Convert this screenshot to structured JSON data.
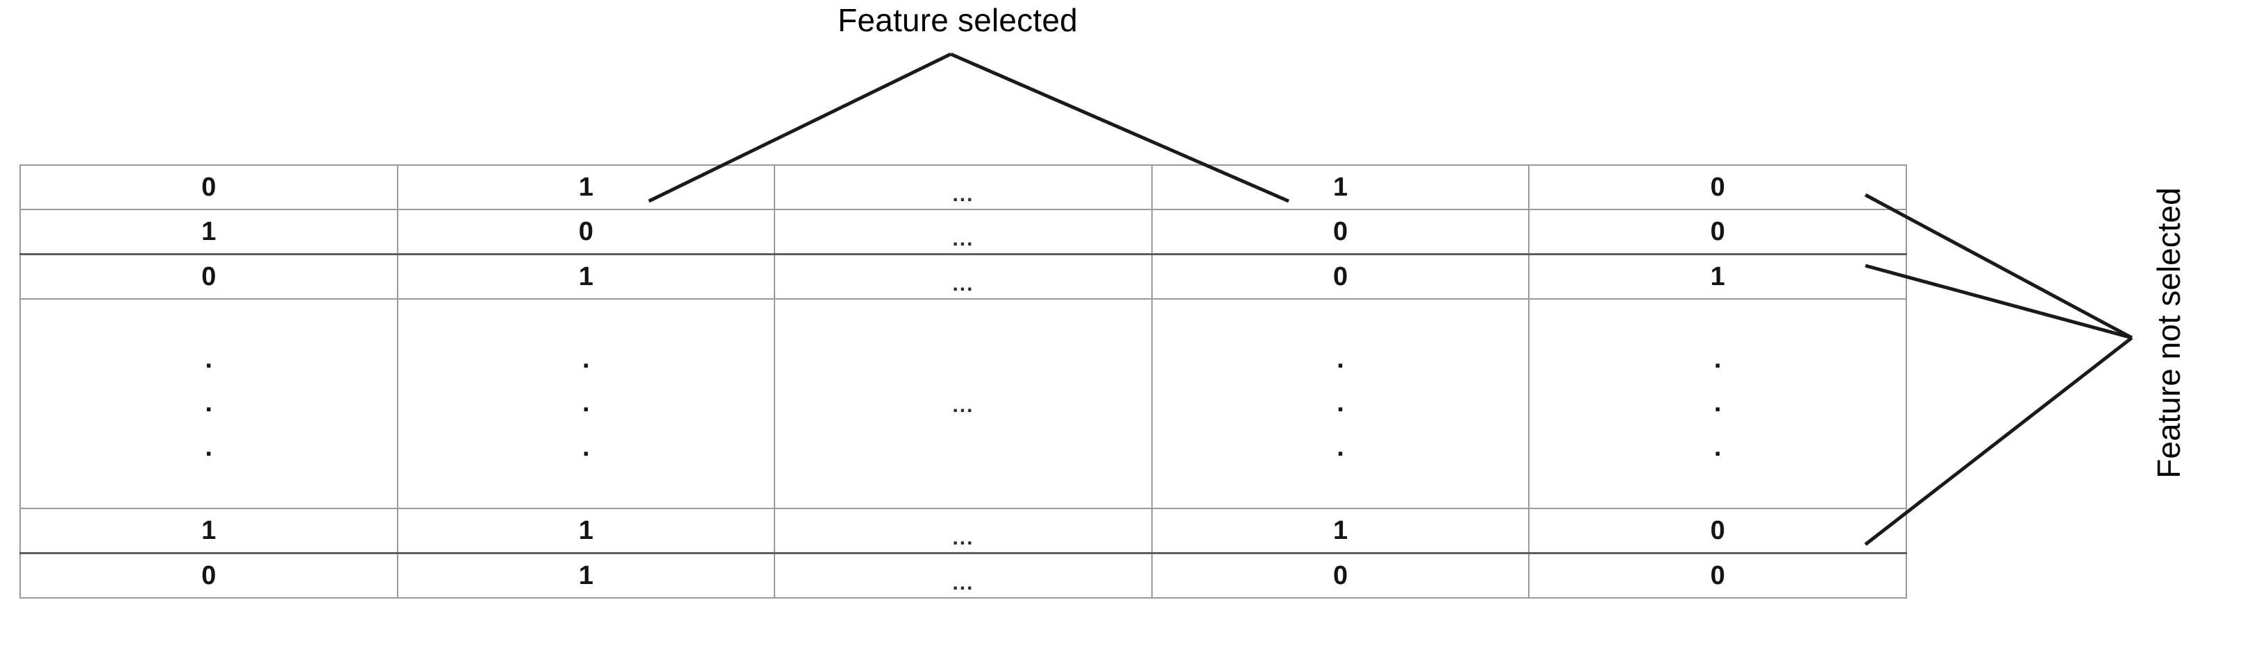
{
  "annotations": {
    "top_label": "Feature selected",
    "side_label": "Feature not selected"
  },
  "table": {
    "column_count": 5,
    "ellipsis_horizontal": "...",
    "ellipsis_dot": ".",
    "rows": [
      {
        "type": "data",
        "cells": [
          "0",
          "1",
          "...",
          "1",
          "0"
        ]
      },
      {
        "type": "data",
        "cells": [
          "1",
          "0",
          "...",
          "0",
          "0"
        ]
      },
      {
        "type": "data",
        "cells": [
          "0",
          "1",
          "...",
          "0",
          "1"
        ]
      },
      {
        "type": "gap",
        "cells": [
          "vdots",
          "vdots",
          "...",
          "vdots",
          "vdots"
        ]
      },
      {
        "type": "data",
        "cells": [
          "1",
          "1",
          "...",
          "1",
          "0"
        ]
      },
      {
        "type": "data",
        "cells": [
          "0",
          "1",
          "...",
          "0",
          "0"
        ]
      }
    ]
  },
  "colors": {
    "line": "#1a1a1a",
    "border": "#9a9a9a",
    "border_heavy": "#5e5e5e",
    "text": "#141414"
  }
}
